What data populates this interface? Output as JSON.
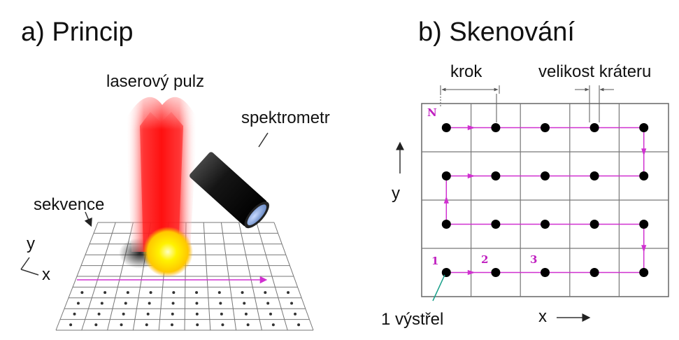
{
  "panel_a": {
    "title": "a) Princip",
    "laser_label": "laserový pulz",
    "spectrometer_label": "spektrometr",
    "sequence_label": "sekvence",
    "axis_y": "y",
    "axis_x": "x"
  },
  "panel_b": {
    "title": "b) Skenování",
    "step_label": "krok",
    "crater_label": "velikost kráteru",
    "axis_y": "y",
    "axis_x": "x",
    "shot_label": "1 výstřel",
    "start_marker": "1",
    "marker_2": "2",
    "marker_3": "3",
    "end_marker": "N",
    "grid": {
      "rows": 4,
      "cols": 5
    }
  },
  "colors": {
    "path": "#d030d0",
    "laser": "#ff2020",
    "spot": "#ffee00",
    "leader": "#1aa08a"
  },
  "icons": [
    "laser-beam-icon",
    "spectrometer-icon",
    "crater-spot-icon",
    "arrow-icon"
  ]
}
